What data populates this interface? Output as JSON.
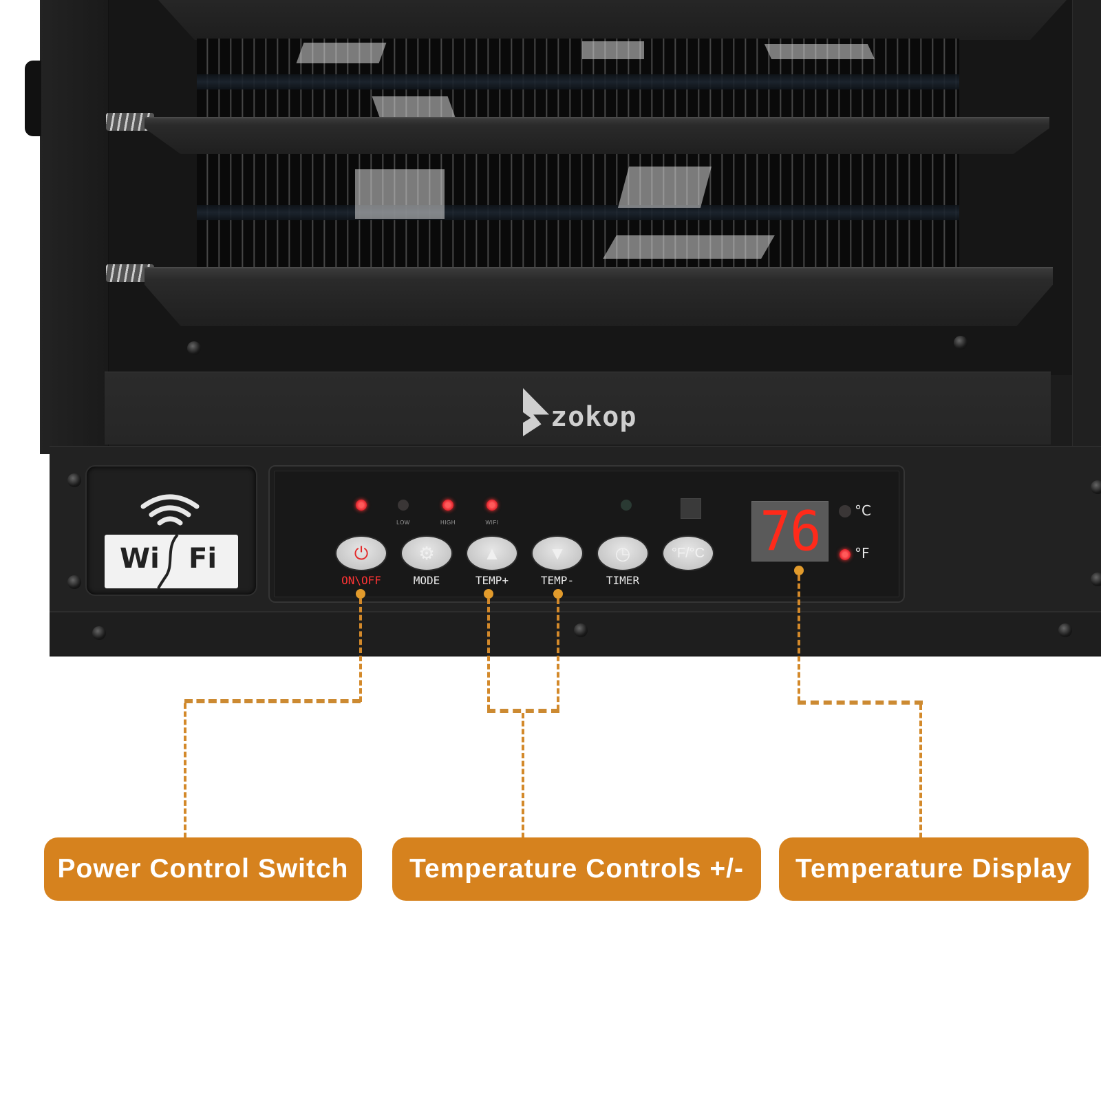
{
  "product": {
    "brand": "zokop",
    "type": "electric wall heater"
  },
  "wifi_module": {
    "label_left": "Wi",
    "label_right": "Fi",
    "icon": "wifi-icon"
  },
  "indicators": [
    {
      "id": "power",
      "label": "",
      "state": "on",
      "color": "#ff3030"
    },
    {
      "id": "low",
      "label": "LOW",
      "state": "off",
      "color": "#3a3636"
    },
    {
      "id": "high",
      "label": "HIGH",
      "state": "on",
      "color": "#ff3030"
    },
    {
      "id": "wifi",
      "label": "WIFI",
      "state": "on",
      "color": "#ff3030"
    },
    {
      "id": "timer",
      "label": "",
      "state": "off",
      "color": "#2a3a33"
    }
  ],
  "buttons": [
    {
      "id": "on-off",
      "label": "ON\\OFF",
      "icon": "power-icon",
      "glyph": "⏻",
      "label_color": "#ff3434"
    },
    {
      "id": "mode",
      "label": "MODE",
      "icon": "gear-icon",
      "glyph": "⚙"
    },
    {
      "id": "temp-plus",
      "label": "TEMP+",
      "icon": "triangle-up-icon",
      "glyph": "▲"
    },
    {
      "id": "temp-minus",
      "label": "TEMP-",
      "icon": "triangle-down-icon",
      "glyph": "▼"
    },
    {
      "id": "timer",
      "label": "TIMER",
      "icon": "clock-icon",
      "glyph": "◷"
    },
    {
      "id": "unit-toggle",
      "label": "",
      "icon": "fahrenheit-celsius-icon",
      "glyph": "°F/°C"
    }
  ],
  "display": {
    "temperature": "76",
    "units": [
      {
        "label": "°C",
        "active": false
      },
      {
        "label": "°F",
        "active": true
      }
    ],
    "digit_color": "#ff2a1a"
  },
  "callouts": [
    {
      "label": "Power Control Switch",
      "target": "on-off"
    },
    {
      "label": "Temperature Controls +/-",
      "target": "temp-plus, temp-minus"
    },
    {
      "label": "Temperature Display",
      "target": "display"
    }
  ],
  "colors": {
    "callout_fill": "#d6821e",
    "callout_line": "#d3892a",
    "heater_body": "#1c1c1c",
    "led_on": "#ff3030"
  }
}
